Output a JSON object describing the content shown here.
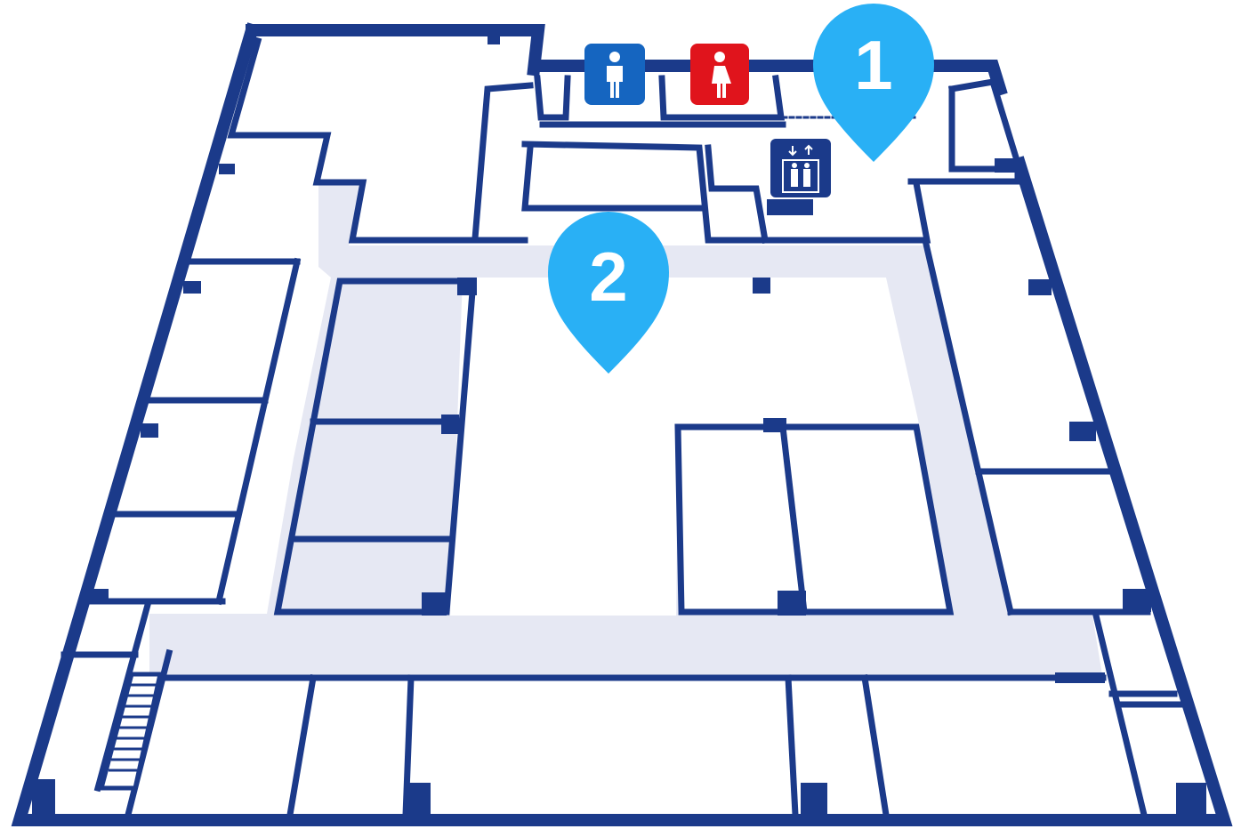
{
  "colors": {
    "wall": "#1b3a8a",
    "corridor": "#e6e8f3",
    "pin": "#29b0f5",
    "men": "#1565c0",
    "women": "#e0141c",
    "elevator": "#1b3a8a"
  },
  "markers": [
    {
      "label": "1",
      "icon": "map-pin-icon"
    },
    {
      "label": "2",
      "icon": "map-pin-icon"
    }
  ],
  "amenities": [
    {
      "name": "men-restroom",
      "icon": "male-figure-icon"
    },
    {
      "name": "women-restroom",
      "icon": "female-figure-icon"
    },
    {
      "name": "elevator",
      "icon": "elevator-icon"
    }
  ]
}
